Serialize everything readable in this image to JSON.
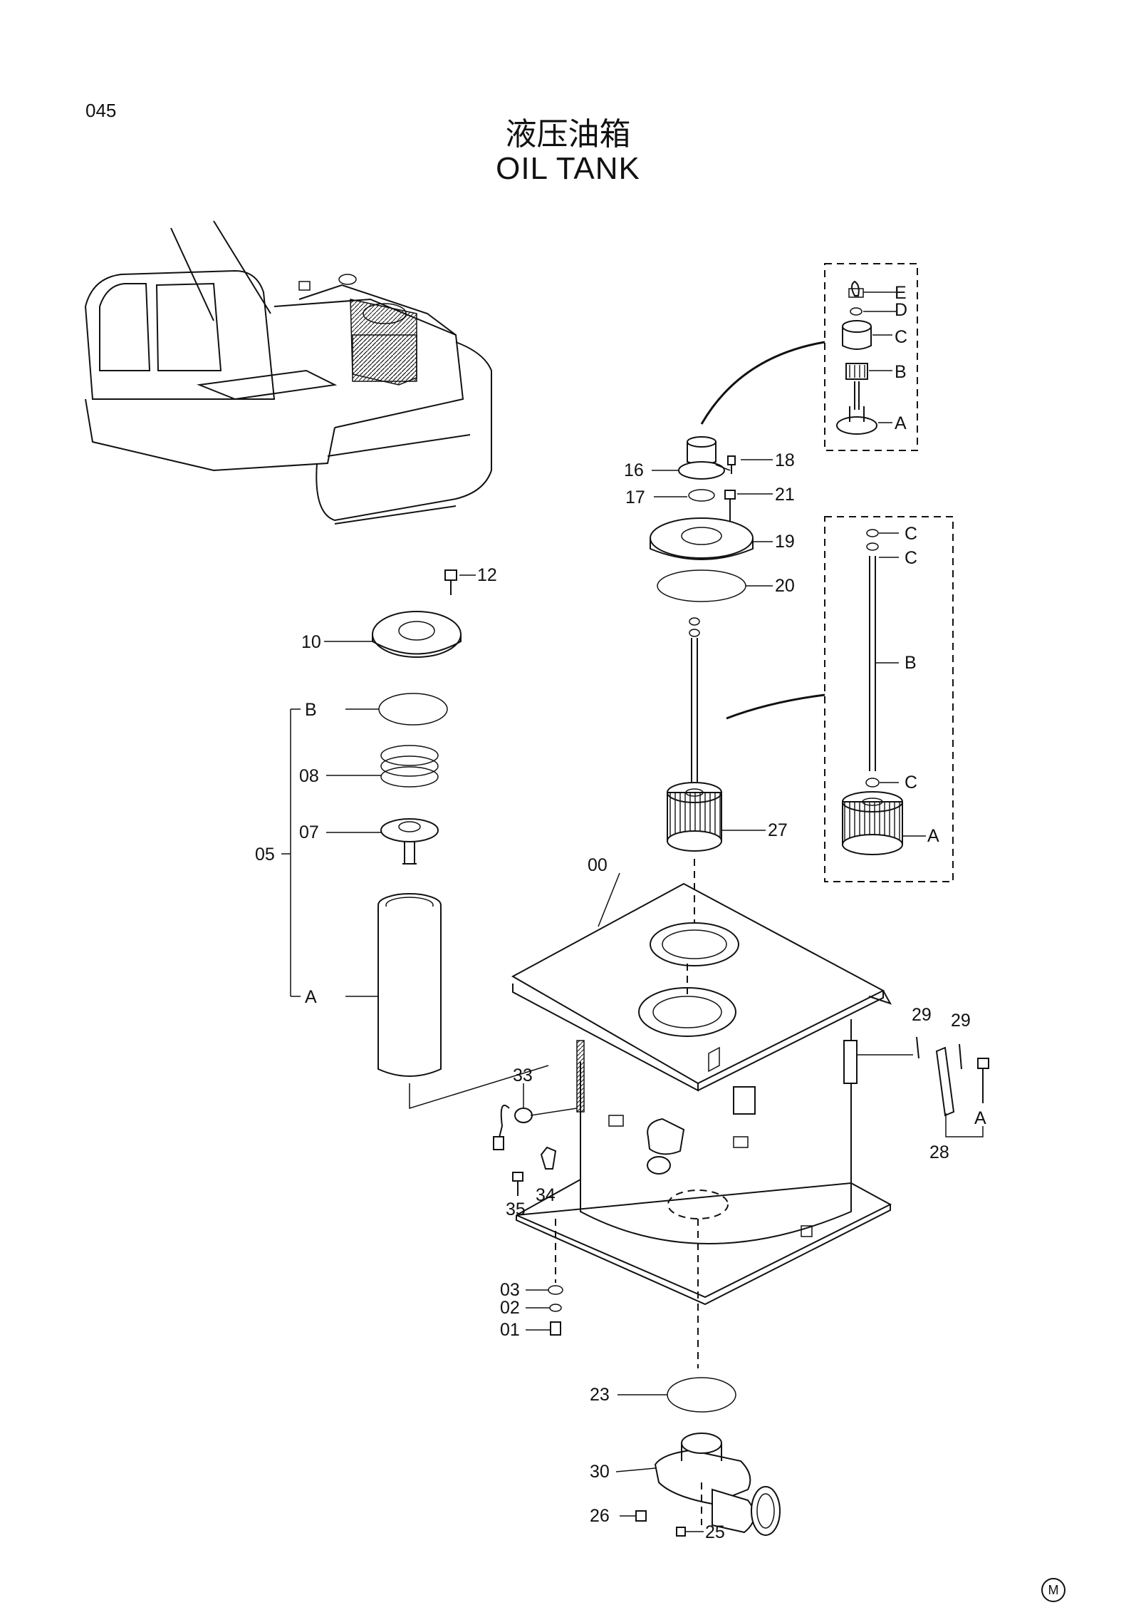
{
  "page_number": "045",
  "title_cn": "液压油箱",
  "title_en": "OIL  TANK",
  "mark": "M",
  "callouts": {
    "c18": "18",
    "c16": "16",
    "c21": "21",
    "c17": "17",
    "c19": "19",
    "c20": "20",
    "c12": "12",
    "c10": "10",
    "c05B": "B",
    "c08": "08",
    "c07": "07",
    "c05": "05",
    "c05A": "A",
    "c27": "27",
    "c00": "00",
    "c29a": "29",
    "c29b": "29",
    "c28A": "A",
    "c28": "28",
    "c33": "33",
    "c34": "34",
    "c35": "35",
    "c03": "03",
    "c02": "02",
    "c01": "01",
    "c23": "23",
    "c30": "30",
    "c26": "26",
    "c25": "25"
  },
  "detail_16": {
    "E": "E",
    "D": "D",
    "C": "C",
    "B": "B",
    "A": "A"
  },
  "detail_27": {
    "C1": "C",
    "C2": "C",
    "B": "B",
    "C3": "C",
    "A": "A"
  },
  "colors": {
    "ink": "#111111",
    "paper": "#ffffff"
  }
}
